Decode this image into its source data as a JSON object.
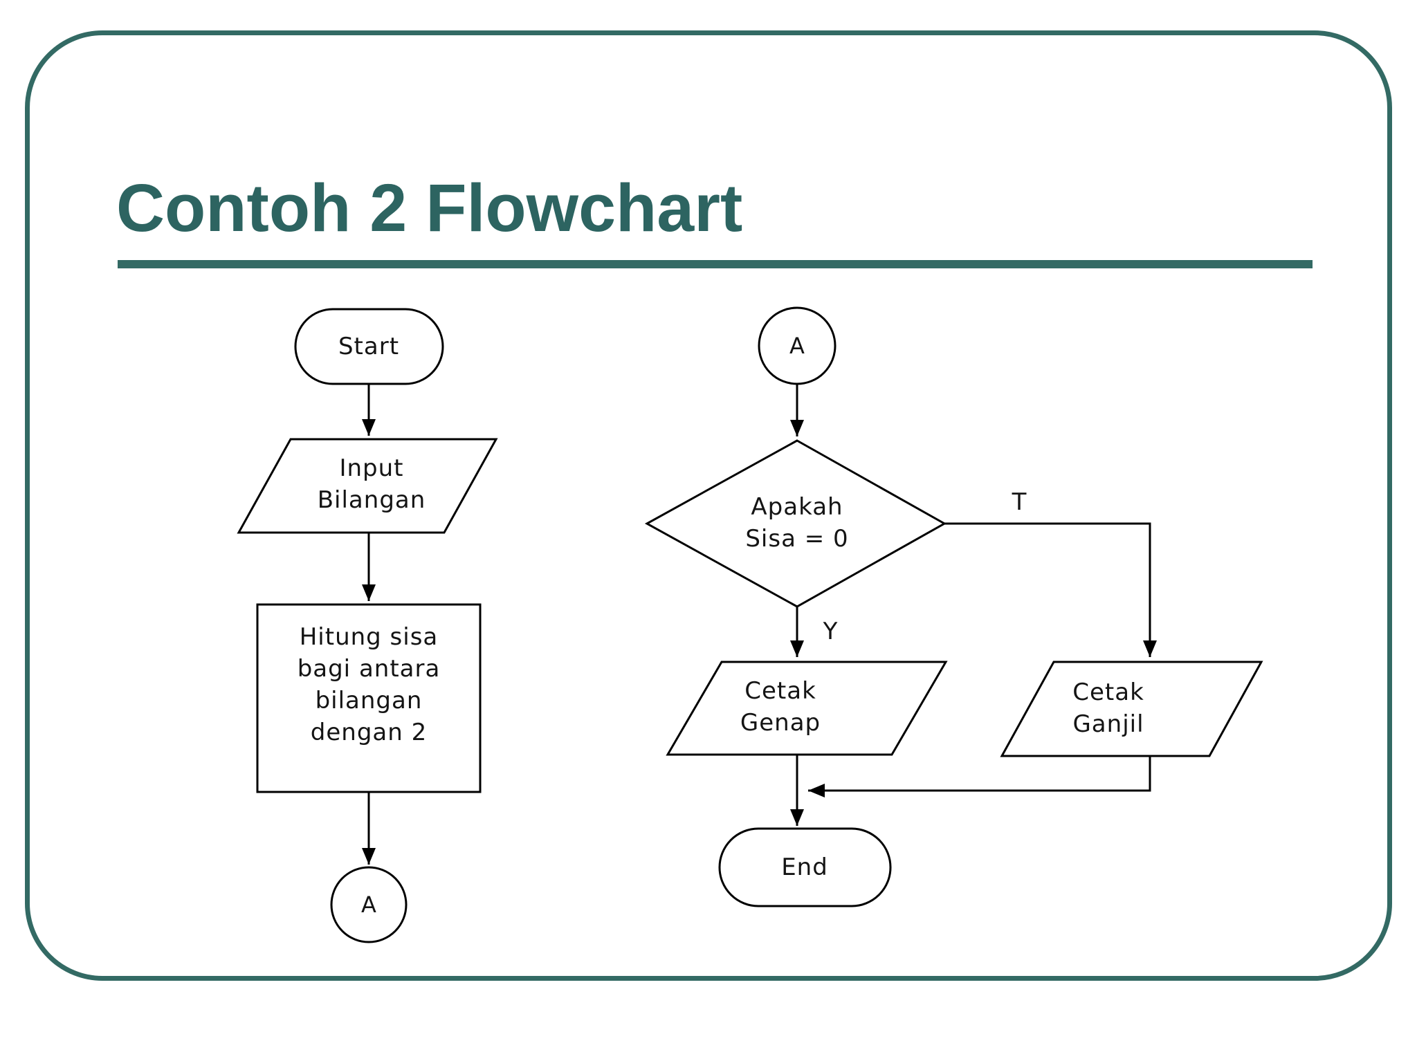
{
  "slide": {
    "title": "Contoh 2 Flowchart",
    "accent_color": "#336A64",
    "background_color": "#FFFFFF",
    "shape_stroke_color": "#000000"
  },
  "flowchart": {
    "nodes": {
      "start": {
        "type": "terminator",
        "label": "Start"
      },
      "input": {
        "type": "io-parallelogram",
        "label": "Input\nBilangan"
      },
      "process": {
        "type": "process",
        "label": "Hitung sisa\nbagi antara\nbilangan\ndengan 2"
      },
      "connector_left": {
        "type": "connector-circle",
        "label": "A"
      },
      "connector_right": {
        "type": "connector-circle",
        "label": "A"
      },
      "decision": {
        "type": "decision",
        "label": "Apakah\nSisa = 0"
      },
      "print_even": {
        "type": "io-parallelogram",
        "label": "Cetak\nGenap"
      },
      "print_odd": {
        "type": "io-parallelogram",
        "label": "Cetak\nGanjil"
      },
      "end": {
        "type": "terminator",
        "label": "End"
      }
    },
    "branch_labels": {
      "yes": "Y",
      "true": "T"
    }
  }
}
